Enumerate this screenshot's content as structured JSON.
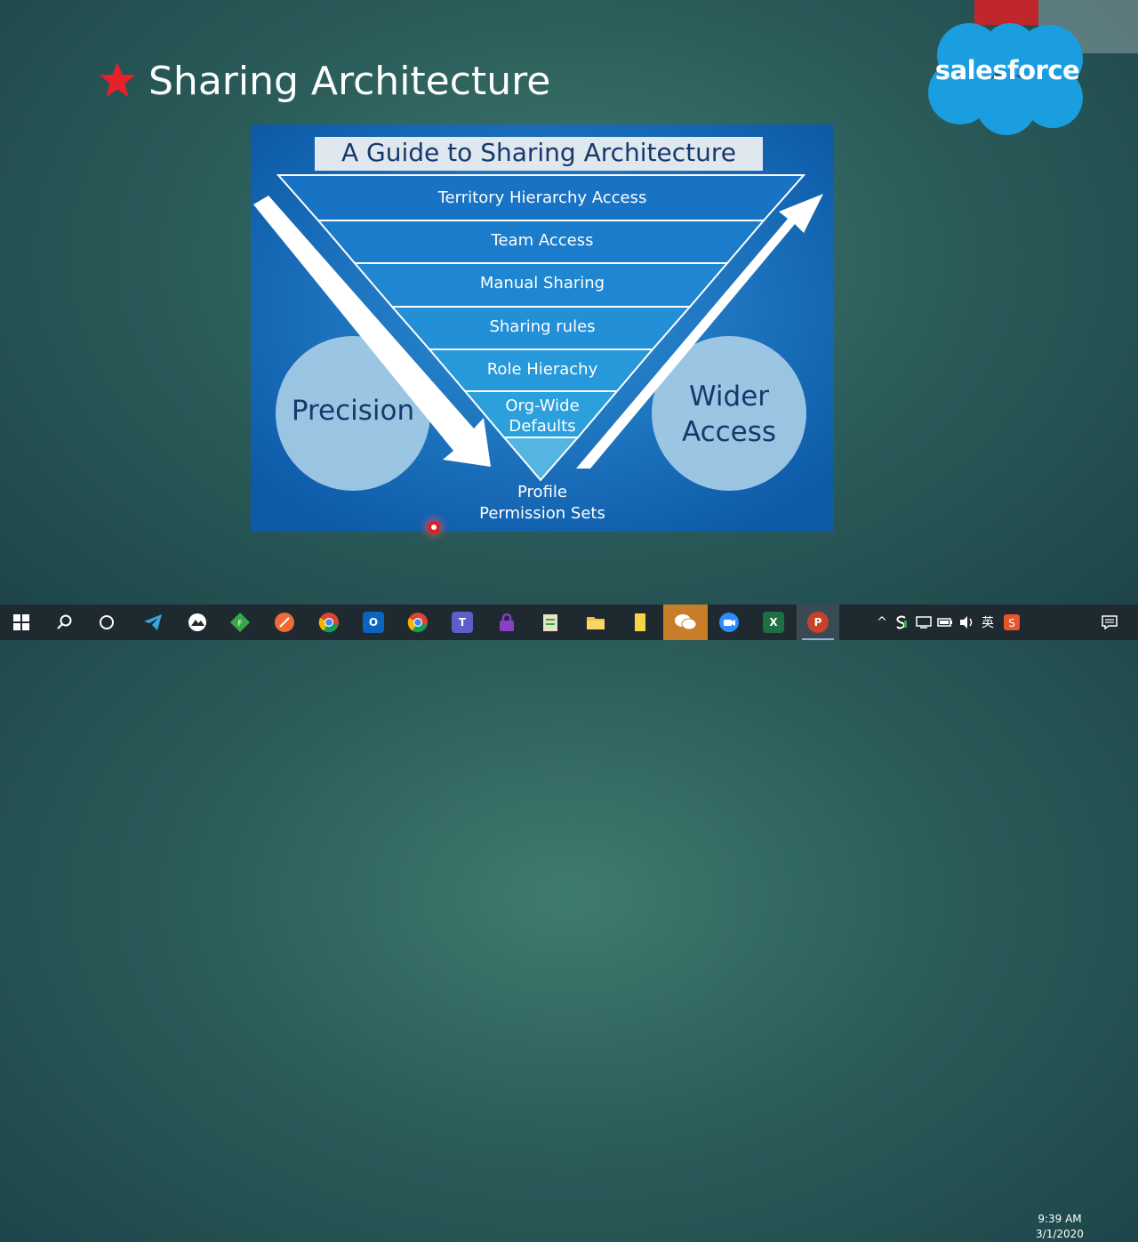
{
  "slide": {
    "title": "Sharing Architecture",
    "logo_text": "salesforce",
    "colors": {
      "accent_red": "#e8202a",
      "salesforce_blue": "#1b9ee0",
      "diagram_blue": "#1266b4"
    }
  },
  "diagram": {
    "heading": "A Guide to Sharing Architecture",
    "layers": [
      {
        "label": "Territory Hierarchy Access"
      },
      {
        "label": "Team Access"
      },
      {
        "label": "Manual Sharing"
      },
      {
        "label": "Sharing rules"
      },
      {
        "label": "Role Hierachy"
      },
      {
        "label": "Org-Wide",
        "label2": "Defaults"
      }
    ],
    "base": {
      "line1": "Profile",
      "line2": "Permission Sets"
    },
    "left_circle": {
      "label": "Precision"
    },
    "right_circle": {
      "line1": "Wider",
      "line2": "Access"
    }
  },
  "taskbar": {
    "apps": [
      {
        "name": "start-icon"
      },
      {
        "name": "search-icon"
      },
      {
        "name": "cortana-icon"
      },
      {
        "name": "telegram-icon"
      },
      {
        "name": "camera-app-icon"
      },
      {
        "name": "green-diamond-app-icon",
        "text": "F"
      },
      {
        "name": "orange-app-icon"
      },
      {
        "name": "chrome-icon"
      },
      {
        "name": "outlook-icon",
        "text": "O"
      },
      {
        "name": "chrome-icon"
      },
      {
        "name": "teams-icon",
        "text": "T"
      },
      {
        "name": "purple-lock-app-icon"
      },
      {
        "name": "notepad-app-icon"
      },
      {
        "name": "file-explorer-icon"
      },
      {
        "name": "yellow-note-icon"
      },
      {
        "name": "wechat-icon"
      },
      {
        "name": "zoom-icon"
      },
      {
        "name": "excel-icon",
        "text": "X"
      },
      {
        "name": "powerpoint-icon",
        "text": "P"
      }
    ],
    "tray": {
      "chevron": "^",
      "ime": "英",
      "time": "9:39 AM",
      "date": "3/1/2020"
    }
  }
}
